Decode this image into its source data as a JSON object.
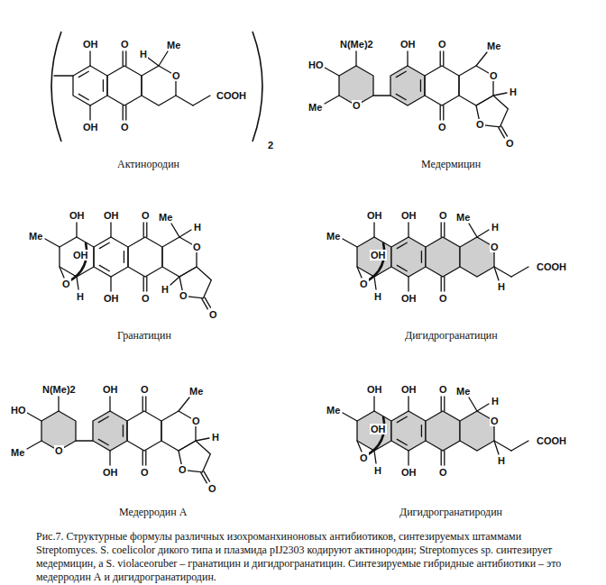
{
  "diagram": {
    "caption": "Рис.7. Структурные формулы различных изохроманхиноновых антибиотиков, синтезируемых штаммами Streptomyces. S. coelicolor дикого типа и плазмида pIJ2303 кодируют актинородин; Streptomyces sp. синтезирует медермицин, а S. violaceoruber – гранатицин и дигидрогранатицин. Синтезируемые гибридные антибиотики – это медерродин А и дигидрогранатиродин.",
    "labels": [
      "OH",
      "OH",
      "O",
      "O",
      "Me",
      "H",
      "O",
      "COOH",
      "2",
      "Актинородин",
      "N(Me)2",
      "HO",
      "Me",
      "O",
      "OH",
      "O",
      "O",
      "Me",
      "O",
      "O",
      "O",
      "H",
      "Медермицин",
      "OH",
      "Me",
      "OH",
      "O",
      "H",
      "OH",
      "OH",
      "O",
      "O",
      "Me",
      "H",
      "O",
      "O",
      "O",
      "H",
      "Гранатицин",
      "OH",
      "Me",
      "OH",
      "O",
      "H",
      "OH",
      "OH",
      "O",
      "O",
      "Me",
      "H",
      "O",
      "COOH",
      "H",
      "Дигидрогранатицин",
      "N(Me)2",
      "HO",
      "Me",
      "O",
      "OH",
      "OH",
      "O",
      "O",
      "Me",
      "O",
      "O",
      "O",
      "H",
      "Медерродин А",
      "OH",
      "Me",
      "OH",
      "O",
      "H",
      "OH",
      "OH",
      "O",
      "O",
      "Me",
      "H",
      "O",
      "COOH",
      "H",
      "Дигидрогранатиродин"
    ]
  }
}
